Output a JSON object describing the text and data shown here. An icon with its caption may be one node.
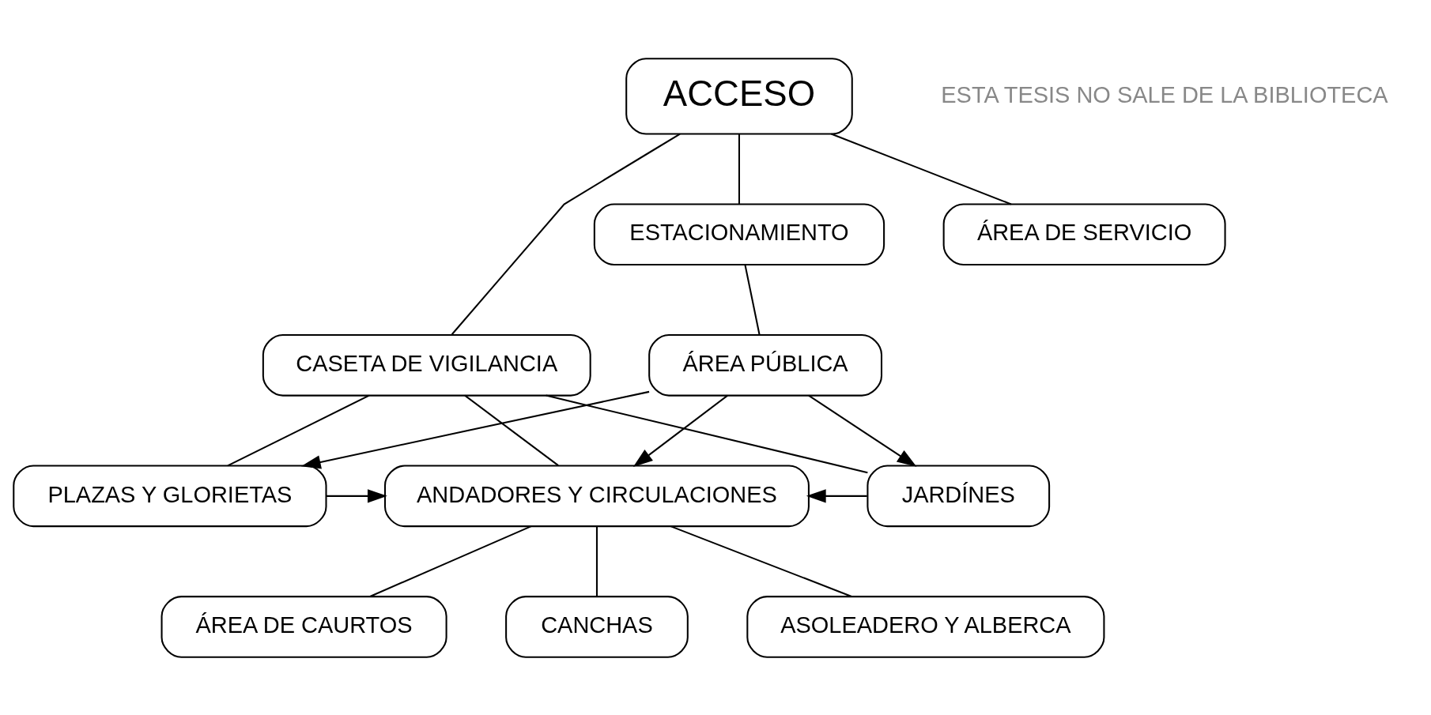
{
  "diagram": {
    "nodes": [
      {
        "text": [
          "ACCESO"
        ]
      },
      {
        "text": [
          "ESTACIONAMIENTO"
        ]
      },
      {
        "text": [
          "CASETA DE VIGILANCIA"
        ]
      },
      {
        "text": [
          "ÁREA DE SERVICIO"
        ]
      },
      {
        "text": [
          "ÁREA PÚBLICA"
        ]
      },
      {
        "text": [
          "PLAZAS Y GLORIETAS"
        ]
      },
      {
        "text": [
          "ANDADORES Y CIRCULACIONES"
        ]
      },
      {
        "text": [
          "JARDÍNES"
        ]
      },
      {
        "text": [
          "ÁREA DE CAURTOS"
        ]
      },
      {
        "text": [
          "CANCHAS"
        ]
      },
      {
        "text": [
          "ASOLEADERO Y ALBERCA"
        ]
      }
    ],
    "edges": [
      {
        "from": 0,
        "to": 1,
        "arrow": "none"
      },
      {
        "from": 0,
        "to": 2,
        "arrow": "none"
      },
      {
        "from": 0,
        "to": 3,
        "arrow": "none"
      },
      {
        "from": 1,
        "to": 4,
        "arrow": "none"
      },
      {
        "from": 2,
        "to": 5,
        "arrow": "none"
      },
      {
        "from": 2,
        "to": 6,
        "arrow": "none"
      },
      {
        "from": 2,
        "to": 7,
        "arrow": "none"
      },
      {
        "from": 5,
        "to": 6,
        "arrow": "to"
      },
      {
        "from": 7,
        "to": 6,
        "arrow": "to"
      },
      {
        "from": 4,
        "to": 5,
        "arrow": "to"
      },
      {
        "from": 4,
        "to": 6,
        "arrow": "to"
      },
      {
        "from": 4,
        "to": 7,
        "arrow": "to"
      },
      {
        "from": 6,
        "to": 8,
        "arrow": "none"
      },
      {
        "from": 6,
        "to": 9,
        "arrow": "none"
      },
      {
        "from": 6,
        "to": 10,
        "arrow": "none"
      }
    ],
    "labels": [
      "ESTA TESIS NO SALE DE LA BIBLIOTECA"
    ]
  }
}
